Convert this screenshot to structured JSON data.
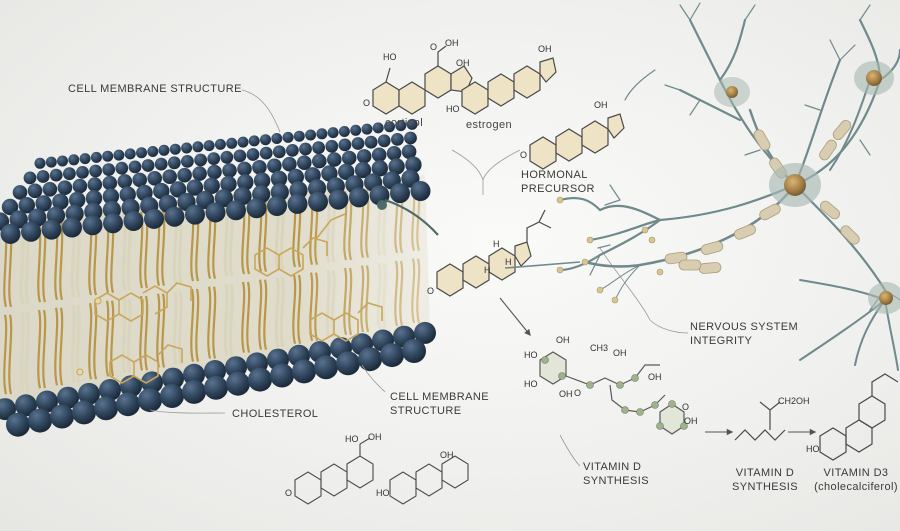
{
  "labels": {
    "cell_membrane_top": "CELL MEMBRANE STRUCTURE",
    "cortisol": "cortisol",
    "estrogen": "estrogen",
    "hormonal_precursor_line1": "HORMONAL",
    "hormonal_precursor_line2": "PRECURSOR",
    "nervous_line1": "NERVOUS SYSTEM",
    "nervous_line2": "INTEGRITY",
    "cell_membrane_bottom_line1": "CELL MEMBRANE",
    "cell_membrane_bottom_line2": "STRUCTURE",
    "cholesterol": "CHOLESTEROL",
    "vitd_synth_line1": "VITAMIN D",
    "vitd_synth_line2": "SYNTHESIS",
    "vitd_synth2_line1": "VITAMIN D",
    "vitd_synth2_line2": "SYNTHESIS",
    "vitd3_line1": "VITAMIN D3",
    "vitd3_line2": "(cholecalciferol)"
  },
  "atoms": {
    "ho": "HO",
    "oh": "OH",
    "o": "O",
    "h": "H",
    "ch3": "CH3",
    "ch2oh": "CH2OH"
  },
  "colors": {
    "head": "#2e4257",
    "tail_gold": "#b8974a",
    "tail_pale": "#d9d4bc",
    "cholesterol": "#c9a75a",
    "neuron": "#6f8a8c",
    "myelin": "#d8cdb0",
    "soma": "#a8864b",
    "ink": "#4a4a4a"
  }
}
